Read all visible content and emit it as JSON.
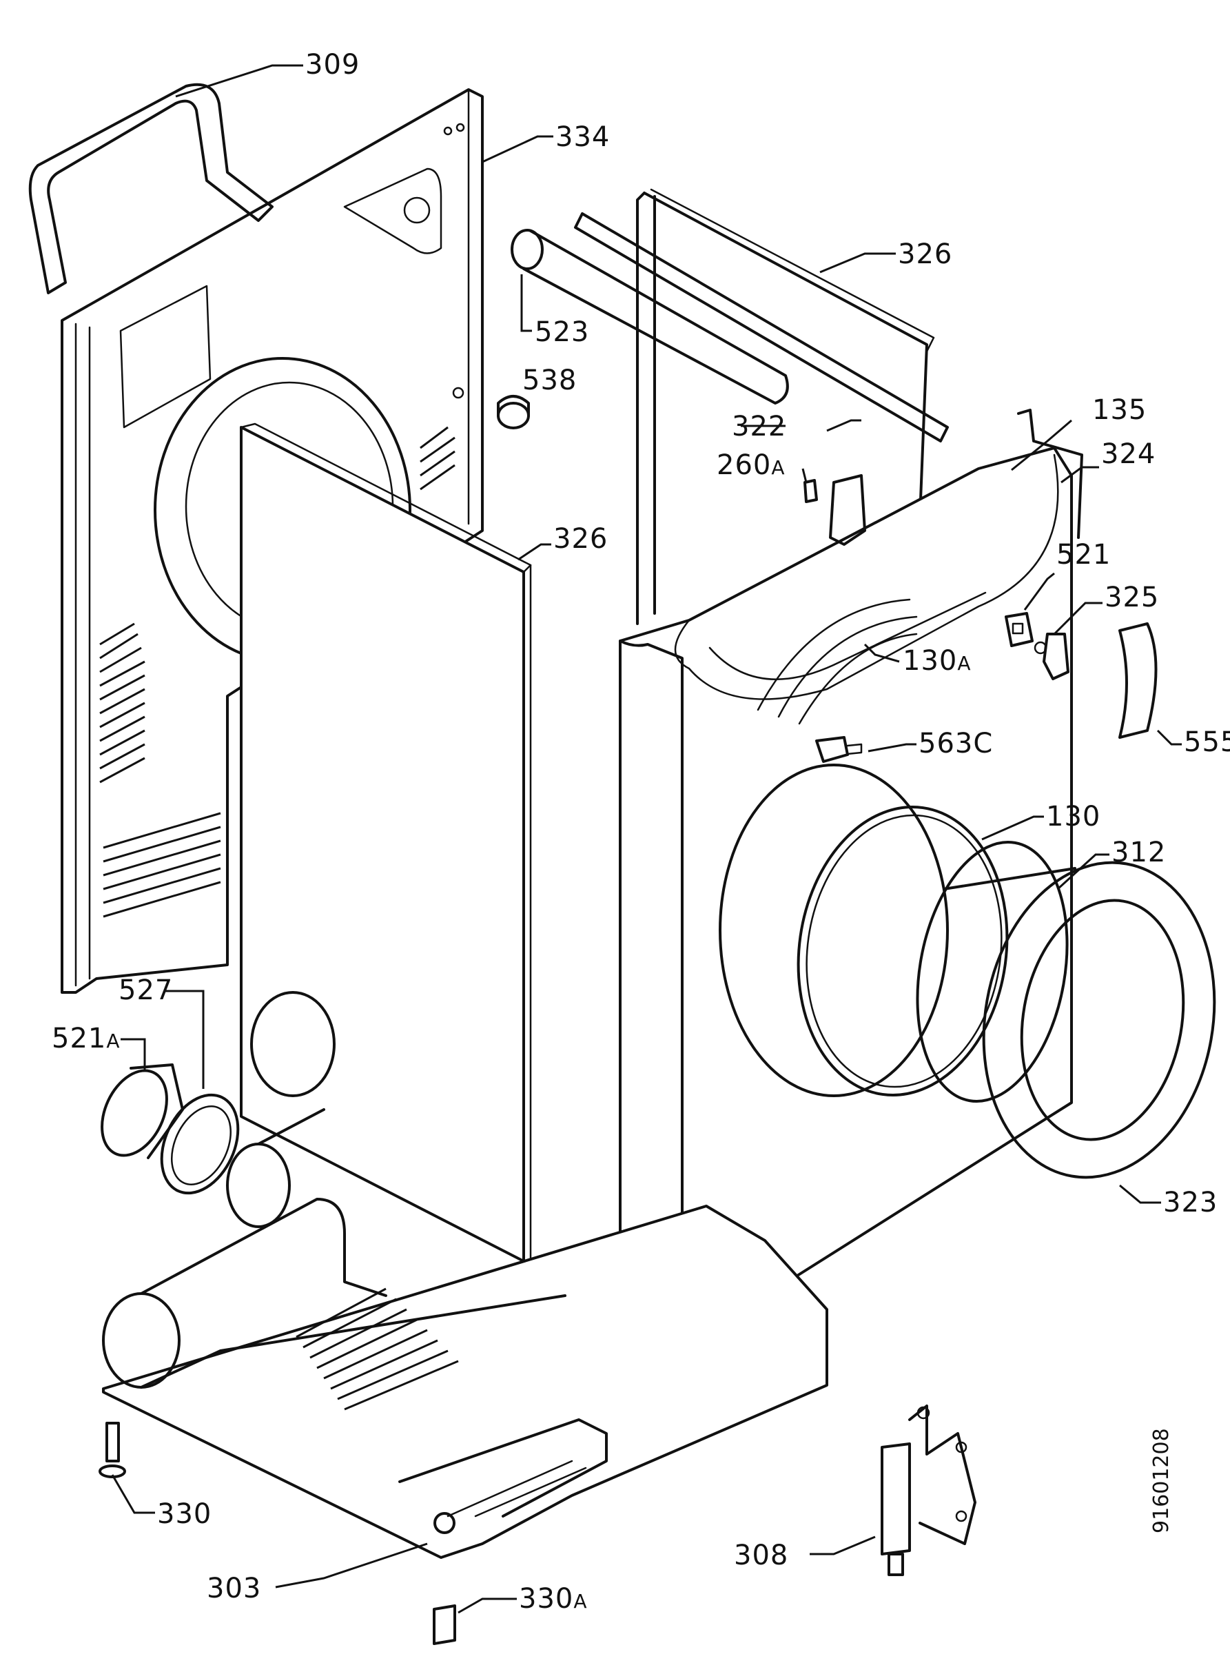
{
  "diagram": {
    "document_number": "91601208",
    "labels": {
      "l309": "309",
      "l334": "334",
      "l326_top": "326",
      "l523": "523",
      "l538": "538",
      "l322": "322",
      "l135": "135",
      "l260A_num": "260",
      "l260A_suffix": "A",
      "l324": "324",
      "l326_mid": "326",
      "l521": "521",
      "l325": "325",
      "l130A_num": "130",
      "l130A_suffix": "A",
      "l555": "555",
      "l563C": "563C",
      "l130": "130",
      "l312": "312",
      "l527": "527",
      "l521A_num": "521",
      "l521A_suffix": "A",
      "l323": "323",
      "l330": "330",
      "l308": "308",
      "l303": "303",
      "l330A_num": "330",
      "l330A_suffix": "A"
    }
  }
}
